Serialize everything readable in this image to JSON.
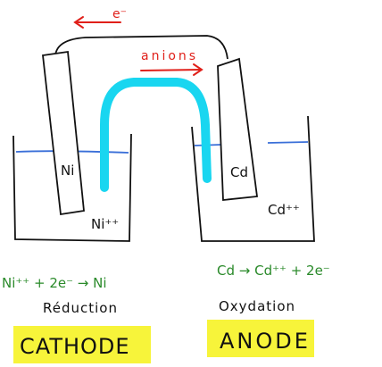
{
  "labels": {
    "electron": "e⁻",
    "anions": "anions",
    "ni_electrode": "Ni",
    "cd_electrode": "Cd",
    "ni_ion": "Ni⁺⁺",
    "cd_ion": "Cd⁺⁺"
  },
  "cathode": {
    "equation": "Ni⁺⁺ + 2e⁻ → Ni",
    "process": "Réduction",
    "name": "CATHODE"
  },
  "anode": {
    "equation": "Cd → Cd⁺⁺ + 2e⁻",
    "process": "Oxydation",
    "name": "ANODE"
  },
  "colors": {
    "ink": "#111111",
    "arrow_red": "#e0201a",
    "salt_bridge": "#19d6f0",
    "solution": "#3a6fd8",
    "equation_green": "#2a8a2a",
    "highlight": "#f7f43a"
  }
}
